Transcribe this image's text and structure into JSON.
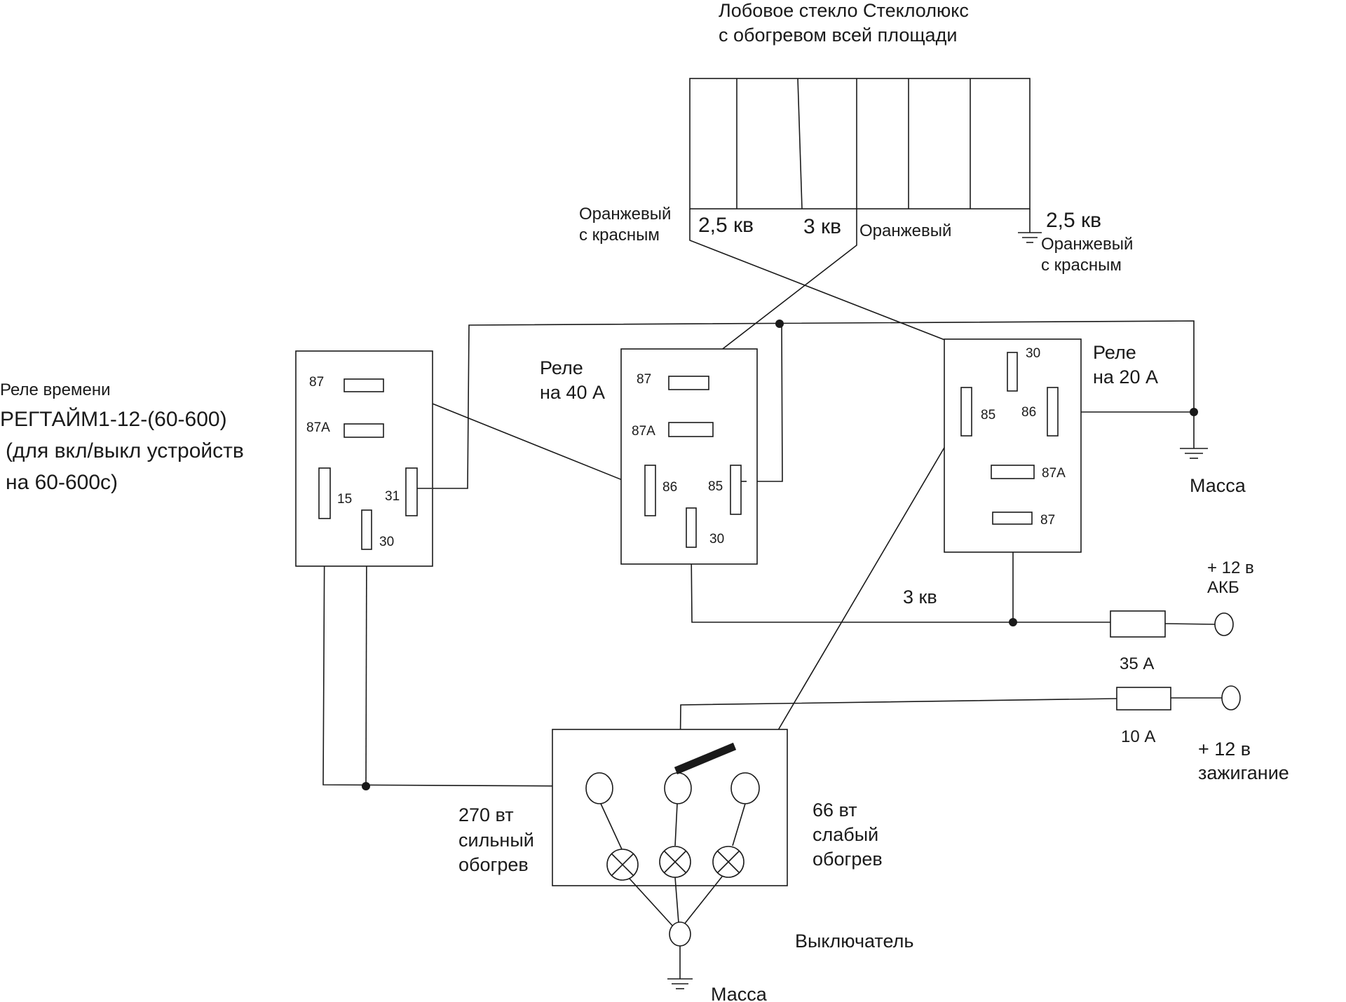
{
  "windshield": {
    "title_line1": "Лобовое стекло Стеклолюкс",
    "title_line2": "с обогревом всей площади",
    "left_wire_line1": "Оранжевый",
    "left_wire_line2": "с красным",
    "left_gauge": "2,5 кв",
    "mid_gauge": "3 кв",
    "mid_wire": "Оранжевый",
    "right_gauge": "2,5 кв",
    "right_wire_line1": "Оранжевый",
    "right_wire_line2": "с красным"
  },
  "timer_relay": {
    "label_line1": "Реле времени",
    "label_line2": "РЕГТАЙМ1-12-(60-600)",
    "label_line3": "(для вкл/выкл устройств",
    "label_line4": "на 60-600с)",
    "pin_87": "87",
    "pin_87a": "87А",
    "pin_15": "15",
    "pin_31": "31",
    "pin_30": "30"
  },
  "relay_40": {
    "label_line1": "Реле",
    "label_line2": "на 40 А",
    "pin_87": "87",
    "pin_87a": "87А",
    "pin_86": "86",
    "pin_85": "85",
    "pin_30": "30"
  },
  "relay_20": {
    "label_line1": "Реле",
    "label_line2": "на 20 А",
    "pin_30": "30",
    "pin_85": "85",
    "pin_86": "86",
    "pin_87a": "87А",
    "pin_87": "87"
  },
  "ground_right": "Масса",
  "ground_bottom": "Масса",
  "supply": {
    "wire_gauge": "3 кв",
    "battery_line1": "+ 12 в",
    "battery_line2": "АКБ",
    "fuse_35": "35 А",
    "fuse_10": "10 А",
    "ignition_line1": "+ 12 в",
    "ignition_line2": "зажигание"
  },
  "switch": {
    "label": "Выключатель",
    "strong_line1": "270 вт",
    "strong_line2": "сильный",
    "strong_line3": "обогрев",
    "weak_line1": "66 вт",
    "weak_line2": "слабый",
    "weak_line3": "обогрев"
  }
}
